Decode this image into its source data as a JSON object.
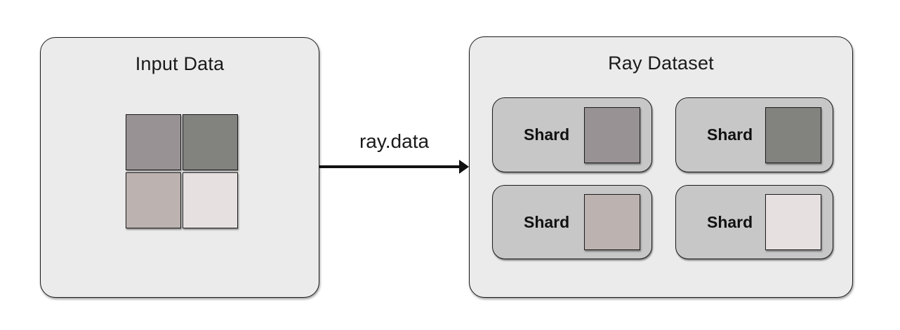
{
  "input_panel": {
    "title": "Input Data",
    "blocks": [
      {
        "name": "block-top-left",
        "color": "#989294"
      },
      {
        "name": "block-top-right",
        "color": "#82827F"
      },
      {
        "name": "block-bottom-left",
        "color": "#BCB3B0"
      },
      {
        "name": "block-bottom-right",
        "color": "#E6E1E0"
      }
    ]
  },
  "arrow": {
    "label": "ray.data"
  },
  "ray_dataset": {
    "title": "Ray Dataset",
    "shards": [
      {
        "label": "Shard",
        "block_color": "#989294"
      },
      {
        "label": "Shard",
        "block_color": "#82827F"
      },
      {
        "label": "Shard",
        "block_color": "#BCB3B0"
      },
      {
        "label": "Shard",
        "block_color": "#E6E1E0"
      }
    ]
  },
  "palette": {
    "panel_background": "#EBEBEB",
    "shard_background": "#C7C7C7",
    "border": "#1C1C1C",
    "text": "#1A1A1A",
    "canvas_background": "#FFFFFF"
  }
}
